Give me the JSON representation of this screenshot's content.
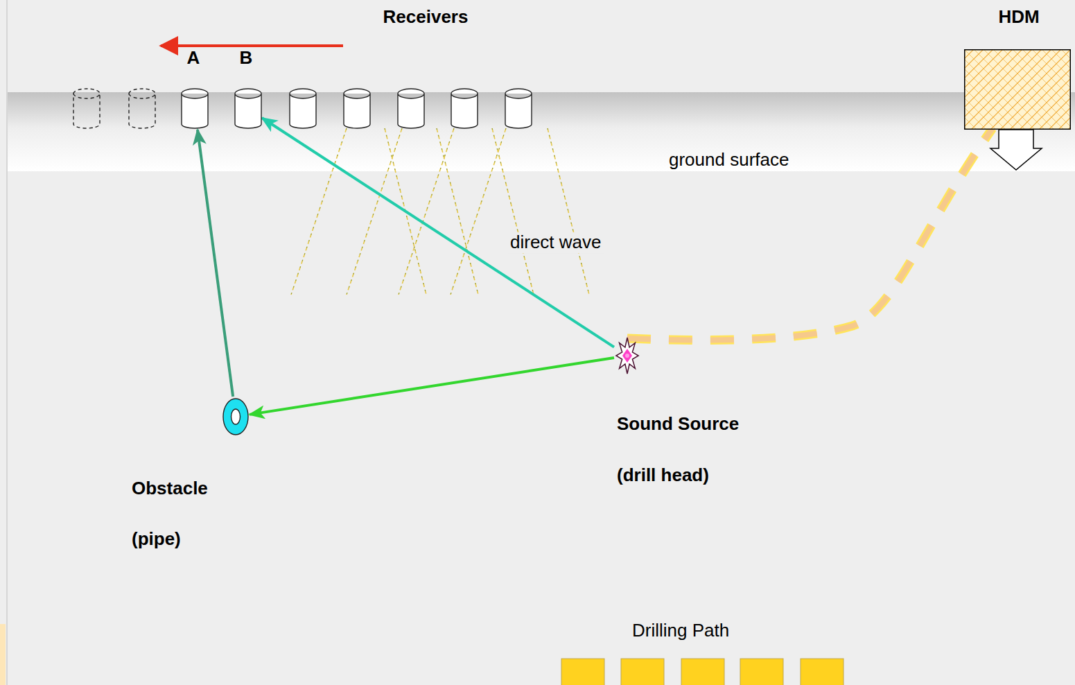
{
  "diagram": {
    "nodes": [
      {
        "text": [
          "A"
        ]
      },
      {
        "text": [
          "B"
        ]
      },
      {
        "text": [
          "HDM"
        ]
      },
      {
        "text": [
          "Sound Source",
          "(drill head)"
        ]
      },
      {
        "text": [
          "Obstacle",
          "(pipe)"
        ]
      }
    ],
    "edges": [
      {
        "from": 3,
        "to": 4,
        "arrow": "to"
      },
      {
        "from": 4,
        "to": 0,
        "arrow": "to"
      },
      {
        "from": 3,
        "to": 1,
        "arrow": "to"
      }
    ],
    "labels": [
      "Receivers",
      "ground surface",
      "direct wave",
      "Drilling Path"
    ]
  }
}
